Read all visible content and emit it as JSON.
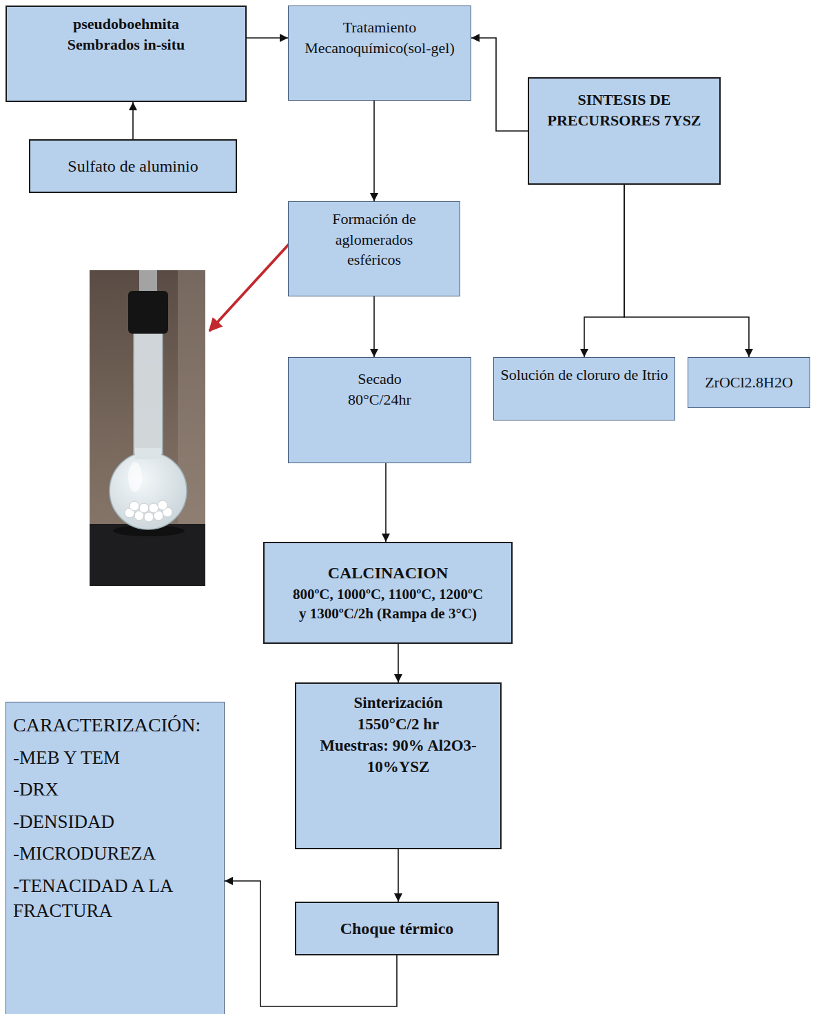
{
  "diagram": {
    "nodes": [
      {
        "text": [
          "pseudoboehmita Sembrados in-situ"
        ]
      },
      {
        "text": [
          "Sulfato de aluminio"
        ]
      },
      {
        "text": [
          "Tratamiento Mecanoquímico(sol-gel)"
        ]
      },
      {
        "text": [
          "SINTESIS DE PRECURSORES 7YSZ"
        ]
      },
      {
        "text": [
          "Formación de aglomerados esféricos"
        ]
      },
      {
        "text": [
          "Solución de cloruro de Itrio"
        ]
      },
      {
        "text": [
          "ZrOCl2.8H2O"
        ]
      },
      {
        "text": [
          "Secado 80°C/24hr"
        ]
      },
      {
        "text": [
          "CALCINACION",
          "800ºC, 1000ºC, 1100ºC, 1200ºC y 1300ºC/2h (Rampa de 3°C)"
        ]
      },
      {
        "text": [
          "Sinterización 1550°C/2 hr",
          "Muestras: 90% Al2O3-10%YSZ"
        ]
      },
      {
        "text": [
          "Choque térmico"
        ]
      },
      {
        "text": [
          "CARACTERIZACIÓN:",
          "-MEB Y TEM",
          "-DRX",
          "-DENSIDAD",
          "-MICRODUREZA",
          "-TENACIDAD A LA FRACTURA"
        ]
      }
    ],
    "edges": [
      {
        "from": 1,
        "to": 0,
        "arrow": "to"
      },
      {
        "from": 0,
        "to": 2,
        "arrow": "to"
      },
      {
        "from": 3,
        "to": 2,
        "arrow": "to"
      },
      {
        "from": 2,
        "to": 4,
        "arrow": "to"
      },
      {
        "from": 3,
        "to": 5,
        "arrow": "to"
      },
      {
        "from": 3,
        "to": 6,
        "arrow": "to"
      },
      {
        "from": 4,
        "to": 7,
        "arrow": "to"
      },
      {
        "from": 7,
        "to": 8,
        "arrow": "to"
      },
      {
        "from": 8,
        "to": 9,
        "arrow": "to"
      },
      {
        "from": 9,
        "to": 10,
        "arrow": "to"
      },
      {
        "from": 10,
        "to": 11,
        "arrow": "to"
      }
    ]
  }
}
